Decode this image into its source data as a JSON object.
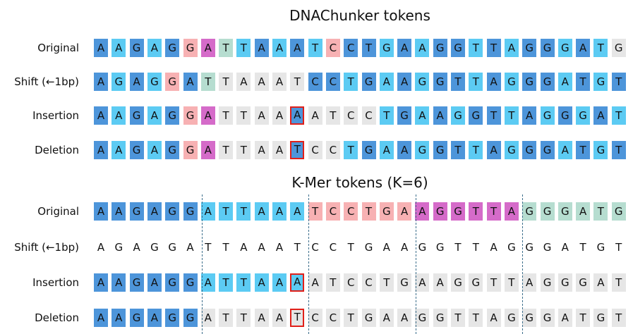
{
  "colors": {
    "D": "#4d95da",
    "L": "#5ccbf3",
    "P": "#f7b1b3",
    "M": "#d56bc9",
    "T": "#b6ddd0",
    "G": "#e6e6e6",
    "W": "#ffffff"
  },
  "sections": [
    {
      "title": "DNAChunker tokens",
      "rows": [
        {
          "label": "Original",
          "seq": "AAGAGGATTAAATCCTGAAGGTTAGGGATG",
          "colors": "DLDLDPMTLDLDLPDDLDLDDLDLDDLDL",
          "mut": -1
        },
        {
          "label": "Shift (←1bp)",
          "seq": "AGAGGATTAAATCCTGAAGGTTAGGGATGT",
          "colors": "DLDLPDTGGGGGDDLDLDLDDLDLDDLDLD",
          "mut": -1
        },
        {
          "label": "Insertion",
          "seq": "AAGAGGATTAAAATCCTGAAGGTTAGGGAT",
          "colors": "DLDLDPMGGGGDGGGGLDLDLDDLDLDLDL",
          "mut": 11
        },
        {
          "label": "Deletion",
          "seq": "AAGAGGATTAATCCTGAAGGTTAGGGATGT",
          "colors": "DLDLDPMGGGGDGGLDLDLDDLDLDDLDLD",
          "mut": 11
        }
      ]
    },
    {
      "title": "K-Mer tokens (K=6)",
      "rows": [
        {
          "label": "Original",
          "seq": "AAGAGGATTAAATCCTGAAGGTTAGGGATG",
          "colors": "DDDDDDLLLLLLPPPPPPMMMMMMTTTTTT",
          "mut": -1
        },
        {
          "label": "Shift (←1bp)",
          "seq": "AGAGGATTAAATCCTGAAGGTTAGGGATGT",
          "colors": "WWWWWWWWWWWWWWWWWWWWWWWWWWWWWW",
          "mut": -1
        },
        {
          "label": "Insertion",
          "seq": "AAGAGGATTAAAATCCTGAAGGTTAGGGAT",
          "colors": "DDDDDDLLLLLLGGGGGGGGGGGGGGGGGG",
          "mut": 11
        },
        {
          "label": "Deletion",
          "seq": "AAGAGGATTAATCCTGAAGGTTAGGGATGT",
          "colors": "DDDDDDGGGGGGGGGGGGGGGGGGGGGGGG",
          "mut": 11
        }
      ]
    }
  ]
}
